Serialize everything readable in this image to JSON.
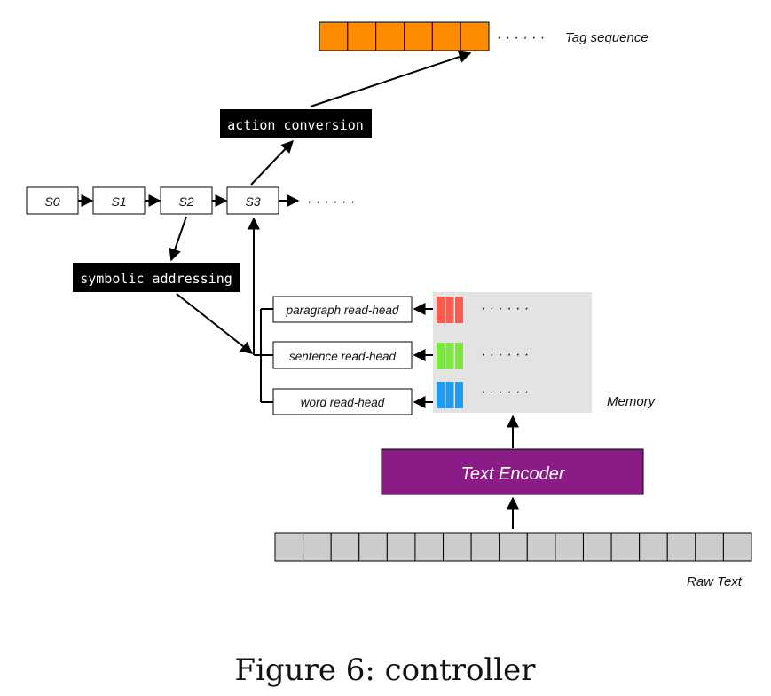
{
  "tag_sequence": {
    "label": "Tag sequence",
    "cells": 6,
    "color": "#ff8c00",
    "ellipsis": "· · · · · ·"
  },
  "action_conversion": {
    "label": "action conversion"
  },
  "states": {
    "labels": [
      "S0",
      "S1",
      "S2",
      "S3"
    ],
    "ellipsis": "· · · · · ·"
  },
  "symbolic_addressing": {
    "label": "symbolic addressing"
  },
  "read_heads": {
    "labels": [
      "paragraph read-head",
      "sentence read-head",
      "word read-head"
    ]
  },
  "memory": {
    "label": "Memory",
    "background": "#e3e3e3",
    "row_colors": [
      "#ff5a4e",
      "#7ce83b",
      "#1f9cf0"
    ],
    "ellipsis": "· · · · · ·"
  },
  "text_encoder": {
    "label": "Text Encoder",
    "color": "#8b1c87"
  },
  "raw_text": {
    "label": "Raw Text",
    "cells": 17,
    "color": "#cccccc"
  },
  "caption": {
    "text": "Figure 6:  controller"
  }
}
